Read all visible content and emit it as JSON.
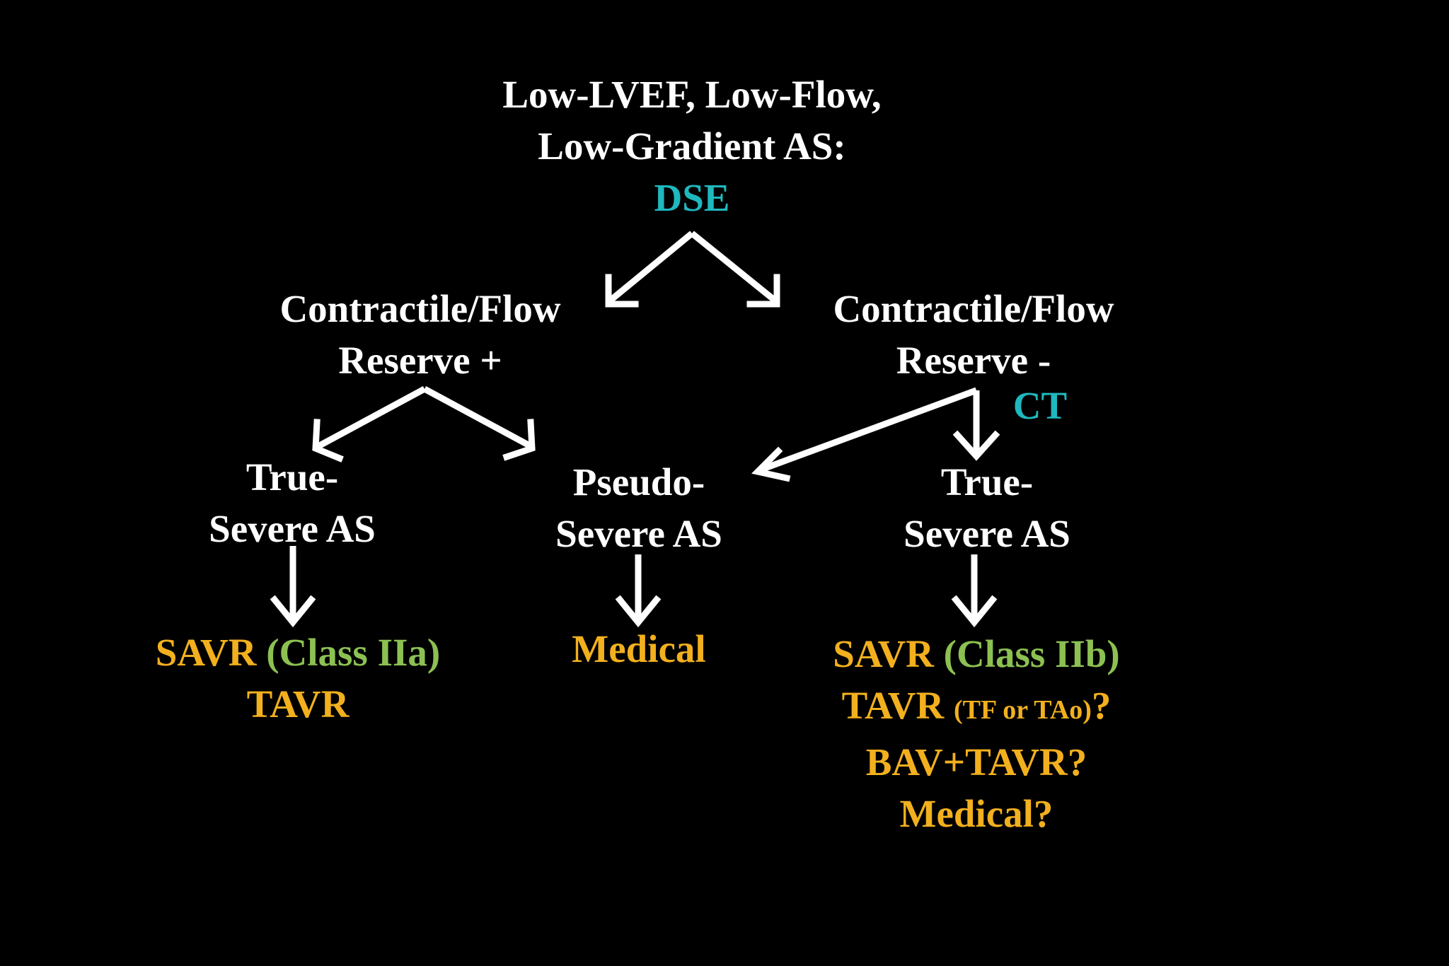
{
  "root": {
    "line1": "Low-LVEF, Low-Flow,",
    "line2": "Low-Gradient AS:",
    "test": "DSE"
  },
  "left_branch": {
    "line1": "Contractile/Flow",
    "line2": "Reserve +"
  },
  "right_branch": {
    "line1": "Contractile/Flow",
    "line2": "Reserve -",
    "test": "CT"
  },
  "outcome_left": {
    "line1": "True-",
    "line2": "Severe AS"
  },
  "outcome_middle": {
    "line1": "Pseudo-",
    "line2": "Severe AS"
  },
  "outcome_right": {
    "line1": "True-",
    "line2": "Severe AS"
  },
  "treatment_left": {
    "savr": "SAVR ",
    "savr_class": "(Class IIa)",
    "tavr": "TAVR"
  },
  "treatment_middle": {
    "medical": "Medical"
  },
  "treatment_right": {
    "savr": "SAVR ",
    "savr_class": "(Class IIb)",
    "tavr": "TAVR ",
    "tavr_access": "(TF or TAo)",
    "tavr_q": "?",
    "bav_tavr": "BAV+TAVR?",
    "medical": "Medical?"
  },
  "colors": {
    "background": "#000000",
    "text": "#ffffff",
    "test": "#1fb8be",
    "treatment": "#f2b01e",
    "class": "#8cc152",
    "arrow": "#ffffff"
  }
}
